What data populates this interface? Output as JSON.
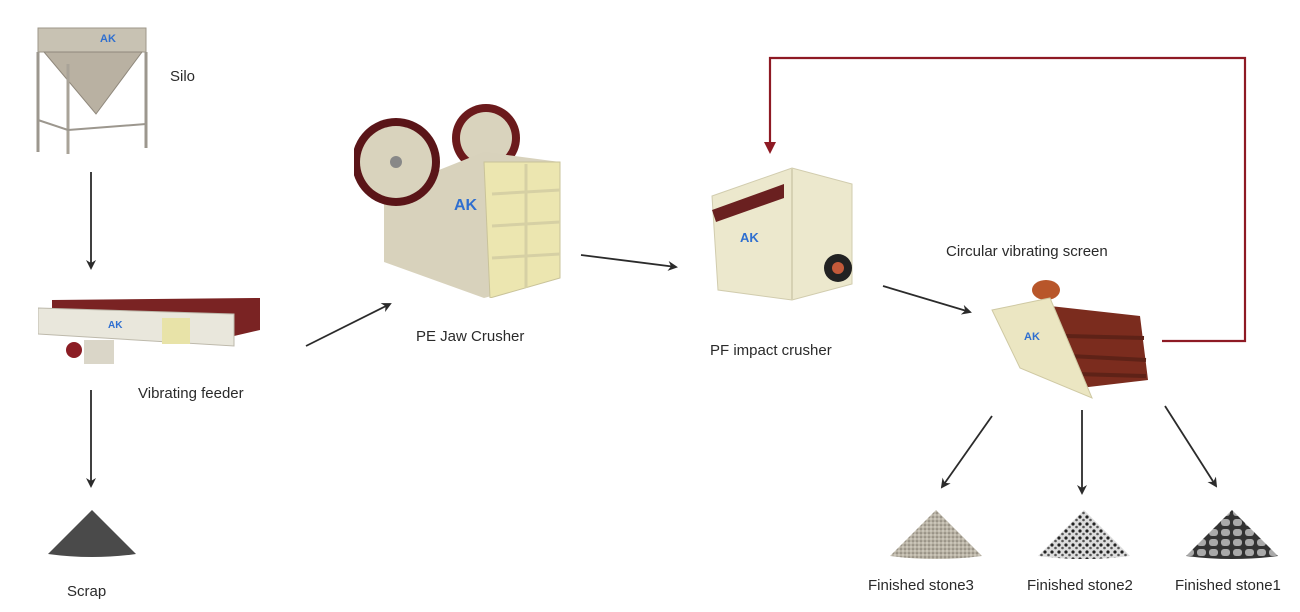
{
  "diagram": {
    "title": "Stone crushing process flow",
    "brand_mark": "AK",
    "colors": {
      "arrow": "#2b2b2b",
      "return_line": "#8e1a24",
      "machine_body": "#e8e3c8",
      "machine_red": "#7a2323",
      "logo": "#2f6fd0"
    },
    "nodes": [
      {
        "id": "silo",
        "label": "Silo"
      },
      {
        "id": "vibrating-feeder",
        "label": "Vibrating feeder"
      },
      {
        "id": "scrap",
        "label": "Scrap"
      },
      {
        "id": "jaw-crusher",
        "label": "PE Jaw Crusher"
      },
      {
        "id": "impact-crusher",
        "label": "PF impact crusher"
      },
      {
        "id": "vibrating-screen",
        "label": "Circular vibrating screen"
      },
      {
        "id": "stone3",
        "label": "Finished stone3"
      },
      {
        "id": "stone2",
        "label": "Finished stone2"
      },
      {
        "id": "stone1",
        "label": "Finished stone1"
      }
    ],
    "edges": [
      {
        "from": "silo",
        "to": "vibrating-feeder"
      },
      {
        "from": "vibrating-feeder",
        "to": "scrap"
      },
      {
        "from": "vibrating-feeder",
        "to": "jaw-crusher"
      },
      {
        "from": "jaw-crusher",
        "to": "impact-crusher"
      },
      {
        "from": "impact-crusher",
        "to": "vibrating-screen"
      },
      {
        "from": "vibrating-screen",
        "to": "impact-crusher",
        "type": "return"
      },
      {
        "from": "vibrating-screen",
        "to": "stone3"
      },
      {
        "from": "vibrating-screen",
        "to": "stone2"
      },
      {
        "from": "vibrating-screen",
        "to": "stone1"
      }
    ]
  }
}
